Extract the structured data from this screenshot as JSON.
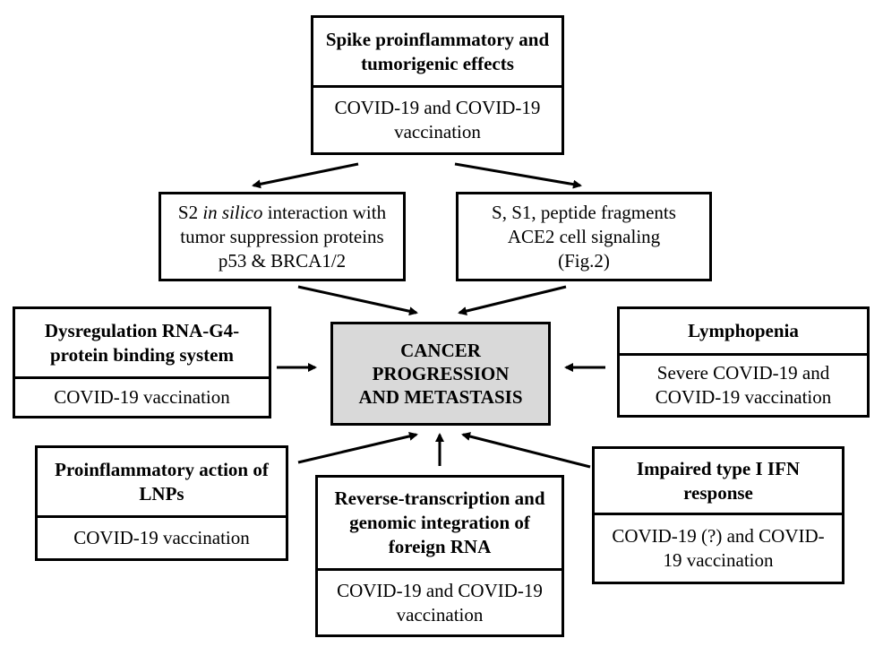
{
  "nodes": {
    "spike": {
      "title": "Spike proinflammatory and tumorigenic effects",
      "context": "COVID-19 and COVID-19 vaccination"
    },
    "s2": {
      "prefix": "S2 ",
      "italic": "in silico",
      "suffix": " interaction with tumor suppression proteins p53 & BRCA1/2"
    },
    "s1": {
      "text": "S, S1, peptide fragments ACE2 cell signaling (Fig.2)"
    },
    "rna_g4": {
      "title": "Dysregulation RNA-G4-protein binding system",
      "context": "COVID-19 vaccination"
    },
    "center": {
      "title": "CANCER PROGRESSION AND METASTASIS"
    },
    "lymphopenia": {
      "title": "Lymphopenia",
      "context": "Severe COVID-19 and COVID-19 vaccination"
    },
    "lnps": {
      "title": "Proinflammatory action of LNPs",
      "context": "COVID-19 vaccination"
    },
    "reverse": {
      "title": "Reverse-transcription and genomic integration of foreign RNA",
      "context": "COVID-19 and COVID-19 vaccination"
    },
    "ifn": {
      "title": "Impaired type I IFN response",
      "context": "COVID-19 (?) and COVID-19 vaccination"
    }
  },
  "edges": [
    {
      "from": "spike",
      "to": "s2"
    },
    {
      "from": "spike",
      "to": "s1"
    },
    {
      "from": "s2",
      "to": "center"
    },
    {
      "from": "s1",
      "to": "center"
    },
    {
      "from": "rna_g4",
      "to": "center"
    },
    {
      "from": "lymphopenia",
      "to": "center"
    },
    {
      "from": "lnps",
      "to": "center"
    },
    {
      "from": "reverse",
      "to": "center"
    },
    {
      "from": "ifn",
      "to": "center"
    }
  ]
}
